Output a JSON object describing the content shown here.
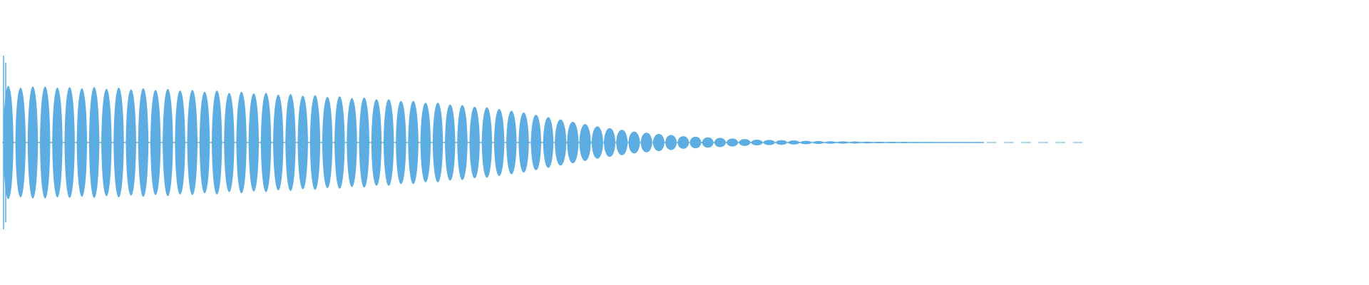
{
  "waveform": {
    "color": "#5DADE2",
    "background": "#FFFFFF",
    "lobe_count": 80,
    "peak_amplitudes": [
      0.98,
      0.95,
      0.97,
      0.97,
      0.95,
      0.96,
      0.94,
      0.96,
      0.93,
      0.95,
      0.92,
      0.94,
      0.91,
      0.93,
      0.9,
      0.91,
      0.88,
      0.9,
      0.86,
      0.88,
      0.85,
      0.86,
      0.83,
      0.84,
      0.81,
      0.82,
      0.79,
      0.8,
      0.77,
      0.78,
      0.75,
      0.75,
      0.72,
      0.72,
      0.69,
      0.69,
      0.66,
      0.65,
      0.62,
      0.61,
      0.58,
      0.55,
      0.52,
      0.48,
      0.44,
      0.4,
      0.36,
      0.32,
      0.28,
      0.25,
      0.22,
      0.19,
      0.17,
      0.15,
      0.13,
      0.11,
      0.1,
      0.09,
      0.08,
      0.07,
      0.06,
      0.05,
      0.045,
      0.04,
      0.035,
      0.03,
      0.025,
      0.022,
      0.02,
      0.018,
      0.016,
      0.014,
      0.012,
      0.011,
      0.01,
      0.009,
      0.008,
      0.007,
      0.006,
      0.005
    ],
    "tail_dashes": 6
  }
}
